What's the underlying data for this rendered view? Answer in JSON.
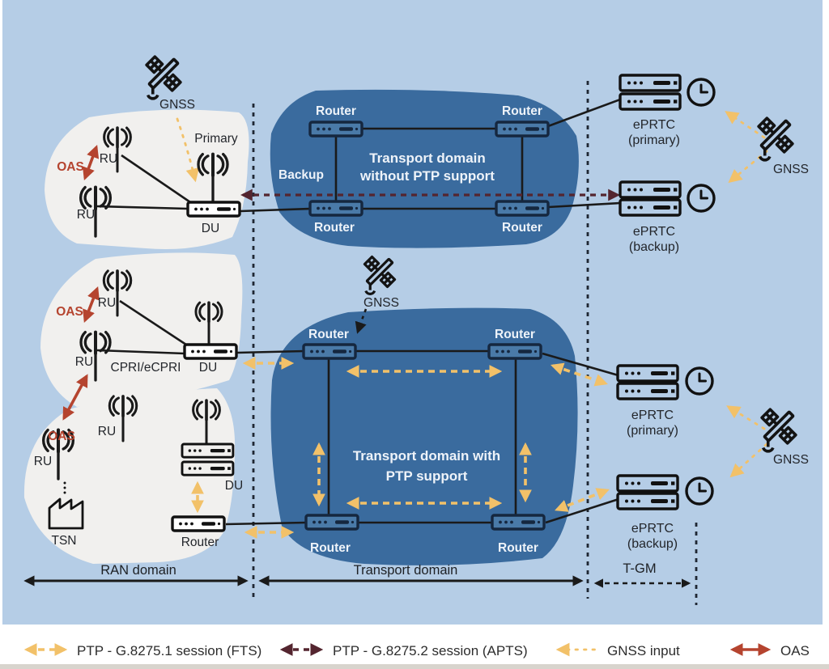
{
  "colors": {
    "canvas_bg": "#b5cde6",
    "blob_white": "#f1f0ee",
    "blob_blue": "#3a6b9e",
    "line_black": "#1a1a1a",
    "ptp_fts_yellow": "#f2c169",
    "ptp_apts_maroon": "#54252f",
    "oas_red": "#b5442f",
    "text_dark": "#2d2d2d",
    "text_white": "#eef3f9"
  },
  "labels": {
    "gnss": "GNSS",
    "ru": "RU",
    "du": "DU",
    "router": "Router",
    "oas": "OAS",
    "tsn": "TSN",
    "primary": "Primary",
    "backup": "Backup",
    "cpri_ecpri": "CPRI/eCPRI",
    "eprtc": "ePRTC",
    "eprtc_primary": "(primary)",
    "eprtc_backup": "(backup)",
    "transport_no_ptp_1": "Transport domain",
    "transport_no_ptp_2": "without PTP support",
    "transport_ptp_1": "Transport domain with",
    "transport_ptp_2": "PTP support"
  },
  "domain_axis": {
    "ran": "RAN domain",
    "transport": "Transport domain",
    "tgm": "T-GM"
  },
  "legend": {
    "items": [
      {
        "label": "PTP - G.8275.1 session (FTS)",
        "color": "#f2c169",
        "line": "dashed",
        "arrowheads": "both"
      },
      {
        "label": "PTP - G.8275.2 session (APTS)",
        "color": "#54252f",
        "line": "dashed",
        "arrowheads": "both"
      },
      {
        "label": "GNSS input",
        "color": "#f2c169",
        "line": "dotted",
        "arrowheads": "left"
      },
      {
        "label": "OAS",
        "color": "#b5442f",
        "line": "solid",
        "arrowheads": "both"
      }
    ]
  }
}
